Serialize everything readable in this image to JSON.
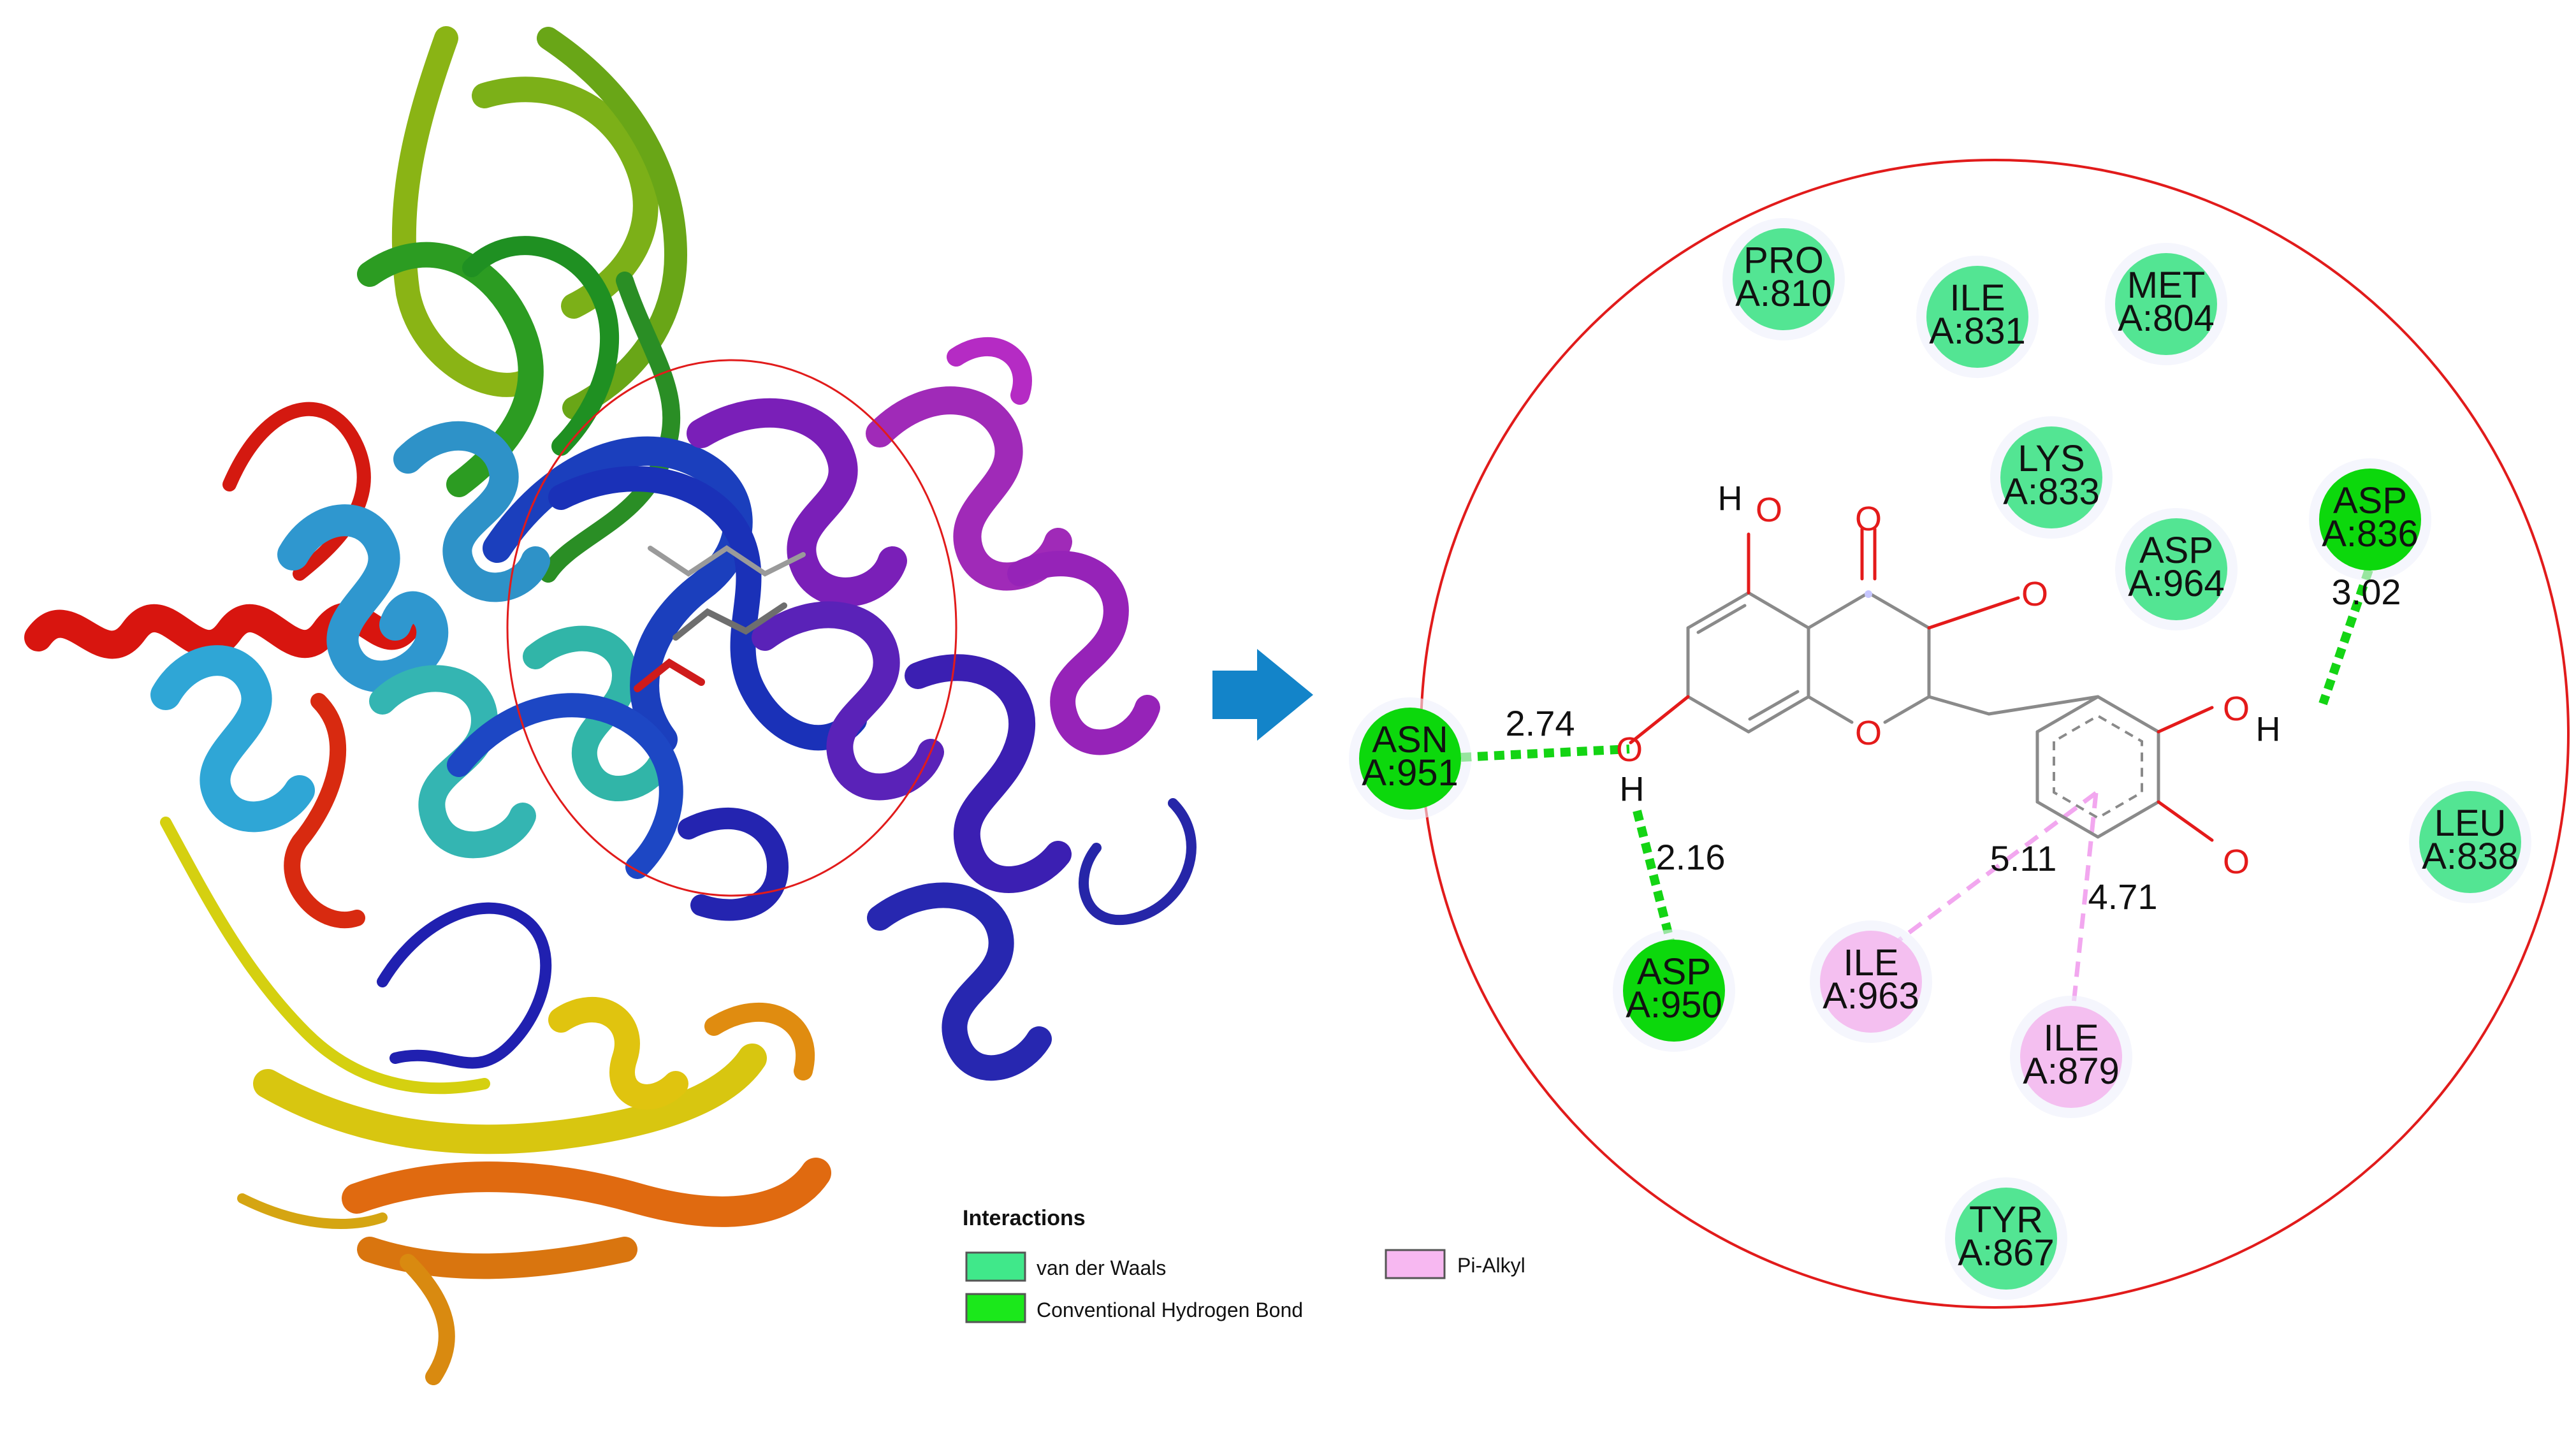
{
  "residues": [
    {
      "res": "PRO",
      "id": "A:810",
      "type": "vdw"
    },
    {
      "res": "ILE",
      "id": "A:831",
      "type": "vdw"
    },
    {
      "res": "MET",
      "id": "A:804",
      "type": "vdw"
    },
    {
      "res": "LYS",
      "id": "A:833",
      "type": "vdw"
    },
    {
      "res": "ASP",
      "id": "A:964",
      "type": "vdw"
    },
    {
      "res": "ASP",
      "id": "A:836",
      "type": "hbond"
    },
    {
      "res": "ASN",
      "id": "A:951",
      "type": "hbond"
    },
    {
      "res": "ASP",
      "id": "A:950",
      "type": "hbond"
    },
    {
      "res": "ILE",
      "id": "A:963",
      "type": "pialkyl"
    },
    {
      "res": "ILE",
      "id": "A:879",
      "type": "pialkyl"
    },
    {
      "res": "LEU",
      "id": "A:838",
      "type": "vdw"
    },
    {
      "res": "TYR",
      "id": "A:867",
      "type": "vdw"
    }
  ],
  "distances": [
    "2.74",
    "2.16",
    "3.02",
    "5.11",
    "4.71"
  ],
  "atoms": {
    "O": "O",
    "H": "H"
  },
  "legend": {
    "title": "Interactions",
    "items": [
      {
        "label": "van der Waals",
        "color": "#40e88a"
      },
      {
        "label": "Conventional Hydrogen Bond",
        "color": "#1be81b"
      },
      {
        "label": "Pi-Alkyl",
        "color": "#f7b8f1"
      }
    ]
  },
  "colors": {
    "vdw": "#53e593",
    "hbond": "#0cd80c",
    "pialkyl": "#f4bff0",
    "hbond_line": "#14d414",
    "pialkyl_line": "#f2a7ef",
    "circle": "#e11b1b",
    "arrow": "#1384c9",
    "bond": "#8a8a8a",
    "oxygen": "#e41a1a"
  }
}
